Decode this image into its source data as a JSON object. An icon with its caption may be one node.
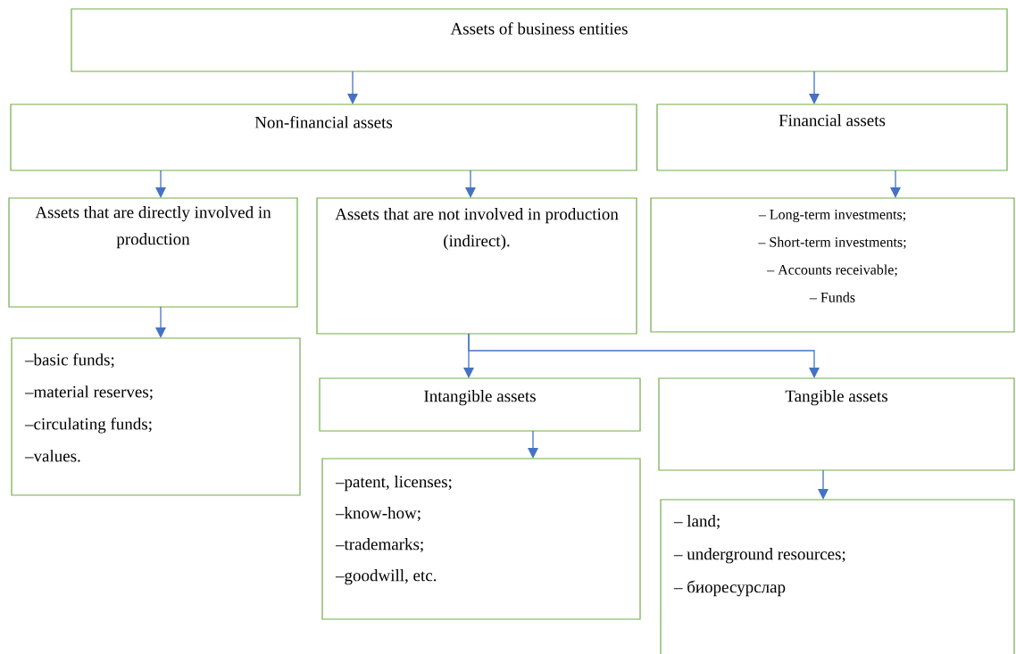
{
  "diagram": {
    "nodes": [
      {
        "text": [
          "Assets of business entities"
        ]
      },
      {
        "text": [
          "Non-financial assets"
        ]
      },
      {
        "text": [
          "Financial assets"
        ]
      },
      {
        "text": [
          "Assets that are directly involved in production"
        ]
      },
      {
        "text": [
          "Assets that are not involved in production (indirect)."
        ]
      },
      {
        "text": [
          "– Long-term investments;",
          "– Short-term investments;",
          "– Accounts receivable;",
          "– Funds"
        ]
      },
      {
        "text": [
          "–basic funds;",
          "–material reserves;",
          "–circulating funds;",
          "–values."
        ]
      },
      {
        "text": [
          "Intangible assets"
        ]
      },
      {
        "text": [
          "Tangible assets"
        ]
      },
      {
        "text": [
          "–patent, licenses;",
          "–know-how;",
          "–trademarks;",
          "–goodwill, etc."
        ]
      },
      {
        "text": [
          "– land;",
          "– underground resources;",
          "– биоресурслар"
        ]
      }
    ],
    "edges": [
      {
        "from": 0,
        "to": 1,
        "arrow": "to"
      },
      {
        "from": 0,
        "to": 2,
        "arrow": "to"
      },
      {
        "from": 1,
        "to": 3,
        "arrow": "to"
      },
      {
        "from": 1,
        "to": 4,
        "arrow": "to"
      },
      {
        "from": 2,
        "to": 5,
        "arrow": "to"
      },
      {
        "from": 3,
        "to": 6,
        "arrow": "to"
      },
      {
        "from": 4,
        "to": 7,
        "arrow": "to"
      },
      {
        "from": 4,
        "to": 8,
        "arrow": "to"
      },
      {
        "from": 7,
        "to": 9,
        "arrow": "to"
      },
      {
        "from": 8,
        "to": 10,
        "arrow": "to"
      }
    ]
  }
}
